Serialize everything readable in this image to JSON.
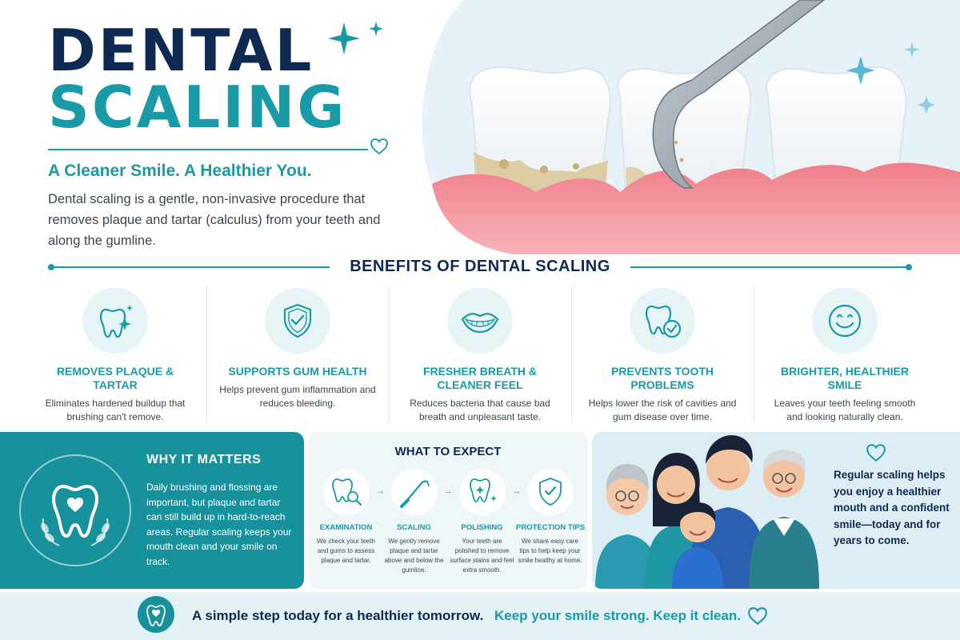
{
  "header": {
    "title_line1": "DENTAL",
    "title_line2": "SCALING",
    "tagline": "A Cleaner Smile. A Healthier You.",
    "intro": "Dental scaling is a gentle, non-invasive procedure that removes plaque and tartar (calculus) from your teeth and along the gumline."
  },
  "hero": {
    "illustration": "teeth-scaler-illustration"
  },
  "benefits": {
    "heading": "BENEFITS OF DENTAL SCALING",
    "items": [
      {
        "icon": "sparkle-tooth-icon",
        "title": "REMOVES PLAQUE & TARTAR",
        "desc": "Eliminates hardened buildup that brushing can't remove."
      },
      {
        "icon": "shield-check-icon",
        "title": "SUPPORTS GUM HEALTH",
        "desc": "Helps prevent gum inflammation and reduces bleeding."
      },
      {
        "icon": "smile-lips-icon",
        "title": "FRESHER BREATH & CLEANER FEEL",
        "desc": "Reduces bacteria that cause bad breath and unpleasant taste."
      },
      {
        "icon": "tooth-check-icon",
        "title": "PREVENTS TOOTH PROBLEMS",
        "desc": "Helps lower the risk of cavities and gum disease over time."
      },
      {
        "icon": "smiley-face-icon",
        "title": "BRIGHTER, HEALTHIER SMILE",
        "desc": "Leaves your teeth feeling smooth and looking naturally clean."
      }
    ]
  },
  "why": {
    "title": "WHY IT MATTERS",
    "desc": "Daily brushing and flossing are important, but plaque and tartar can still build up in hard-to-reach areas. Regular scaling keeps your mouth clean and your smile on track."
  },
  "expect": {
    "title": "WHAT TO EXPECT",
    "steps": [
      {
        "icon": "magnifier-tooth-icon",
        "title": "EXAMINATION",
        "desc": "We check your teeth and gums to assess plaque and tartar."
      },
      {
        "icon": "scaler-tool-icon",
        "title": "SCALING",
        "desc": "We gently remove plaque and tartar above and below the gumline."
      },
      {
        "icon": "sparkle-tooth-icon",
        "title": "POLISHING",
        "desc": "Your teeth are polished to remove surface stains and feel extra smooth."
      },
      {
        "icon": "shield-check-icon",
        "title": "PROTECTION TIPS",
        "desc": "We share easy care tips to help keep your smile healthy at home."
      }
    ]
  },
  "family": {
    "text": "Regular scaling helps you enjoy a healthier mouth and a confident smile—today and for years to come."
  },
  "footer": {
    "main": "A simple step today for a healthier tomorrow.",
    "accent": "Keep your smile strong. Keep it clean."
  },
  "colors": {
    "navy": "#0f2a52",
    "teal": "#1a9aa6",
    "deep_teal": "#17929c",
    "light_teal": "#e6f4f6",
    "gum_pink": "#f08c95"
  }
}
